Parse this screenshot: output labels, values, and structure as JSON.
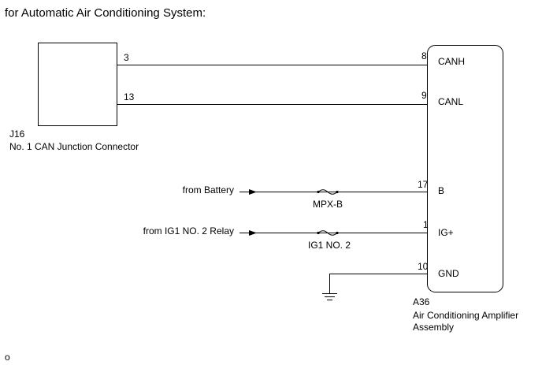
{
  "heading": "for Automatic Air Conditioning System:",
  "connector": {
    "id": "J16",
    "name": "No. 1 CAN Junction Connector",
    "pins": {
      "canh_side": "3",
      "canl_side": "13"
    }
  },
  "amplifier": {
    "id": "A36",
    "name_line1": "Air Conditioning Amplifier",
    "name_line2": "Assembly",
    "terminals": [
      {
        "pin": "8",
        "label": "CANH"
      },
      {
        "pin": "9",
        "label": "CANL"
      },
      {
        "pin": "17",
        "label": "B"
      },
      {
        "pin": "1",
        "label": "IG+"
      },
      {
        "pin": "10",
        "label": "GND"
      }
    ]
  },
  "sources": {
    "battery": "from Battery",
    "ig1": "from IG1 NO. 2 Relay"
  },
  "fuses": {
    "battery": "MPX-B",
    "ig1": "IG1 NO. 2"
  },
  "footer_mark": "o",
  "colors": {
    "line": "#000000",
    "background": "#ffffff"
  }
}
